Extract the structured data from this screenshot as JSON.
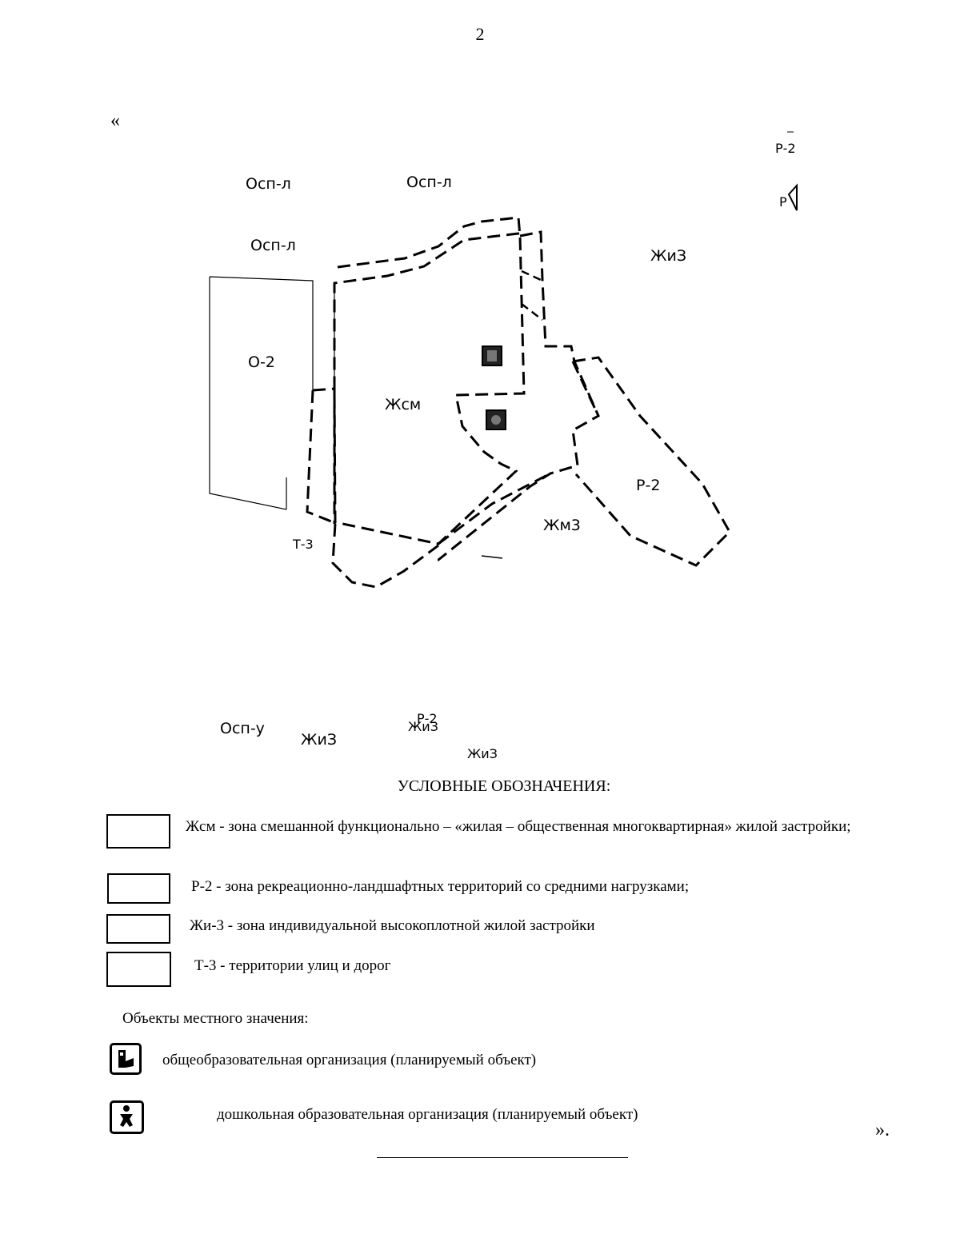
{
  "page_number": "2",
  "open_quote": "«",
  "close_quote": "».",
  "map": {
    "zone_labels": {
      "osp_l_1": "Осп-л",
      "osp_l_2": "Осп-л",
      "osp_l_3": "Осп-л",
      "zhi3_top": "ЖиЗ",
      "r2_top": "Р-2",
      "r2_marker": "Р",
      "o2": "О-2",
      "zhsm": "Жсм",
      "r2_main": "Р-2",
      "zhm3": "Жм3",
      "t3": "Т-3",
      "osp_u": "Осп-у",
      "zhi3_bottom": "ЖиЗ",
      "r2_bottom": "Р-2",
      "zhi3_bottom2": "ЖиЗ",
      "zhm3_cut": "ЖиЗ"
    },
    "icons": {
      "school_marker": "school-icon",
      "kindergarten_marker": "kindergarten-icon"
    }
  },
  "legend": {
    "title": "УСЛОВНЫЕ ОБОЗНАЧЕНИЯ:",
    "items": [
      "Жсм - зона смешанной функционально – «жилая – общественная многоквартирная» жилой застройки;",
      "Р-2 - зона рекреационно-ландшафтных территорий со средними нагрузками;",
      "Жи-3 - зона индивидуальной высокоплотной жилой застройки",
      "Т-3 - территории улиц и дорог"
    ],
    "local_objects_title": "Объекты местного значения:",
    "objects": [
      {
        "icon": "school-icon",
        "text": "общеобразовательная организация (планируемый объект)"
      },
      {
        "icon": "kindergarten-icon",
        "text": "дошкольная образовательная организация (планируемый объект)"
      }
    ]
  }
}
